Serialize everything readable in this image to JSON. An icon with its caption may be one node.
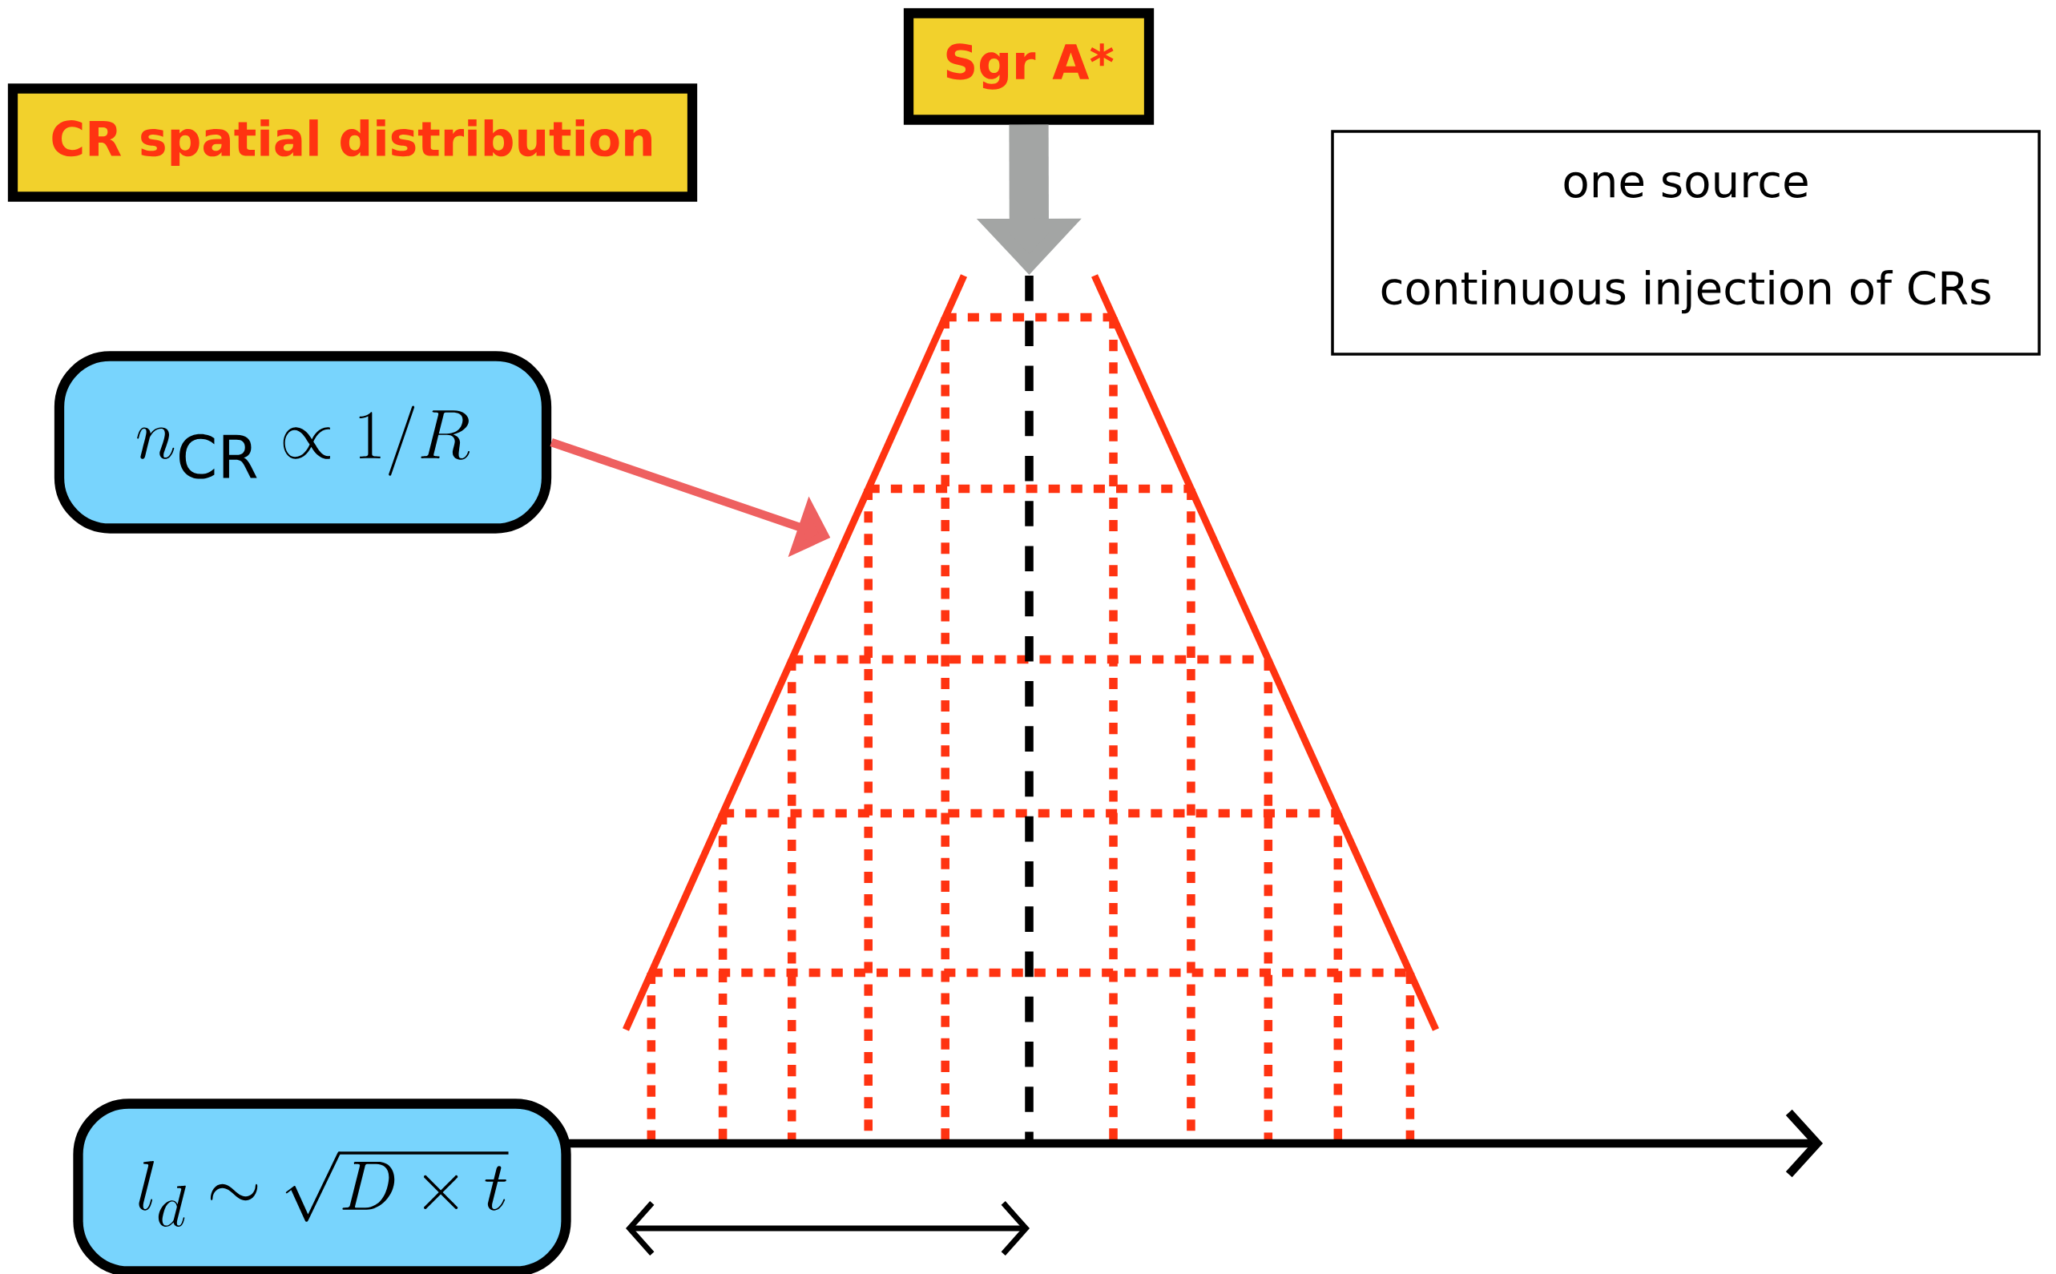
{
  "diagram": {
    "nodes": [
      {
        "text": [
          "CR spatial distribution"
        ]
      },
      {
        "text": [
          "Sgr A*"
        ]
      },
      {
        "text": [
          "one source",
          "continuous injection of CRs"
        ]
      },
      {
        "text": [
          "n_\\mathrm{CR} \\propto 1/R"
        ]
      },
      {
        "text": [
          "l_d \\sim \\sqrt{D\\times t}"
        ]
      },
      {
        "text": [],
        "shape": "cone"
      }
    ],
    "edges": [
      {
        "from": 1,
        "to": 5,
        "arrow": "to",
        "style": "thick",
        "color": "#a3a5a4"
      },
      {
        "from": 3,
        "to": 5,
        "arrow": "to",
        "color": "#ee6060"
      }
    ]
  }
}
